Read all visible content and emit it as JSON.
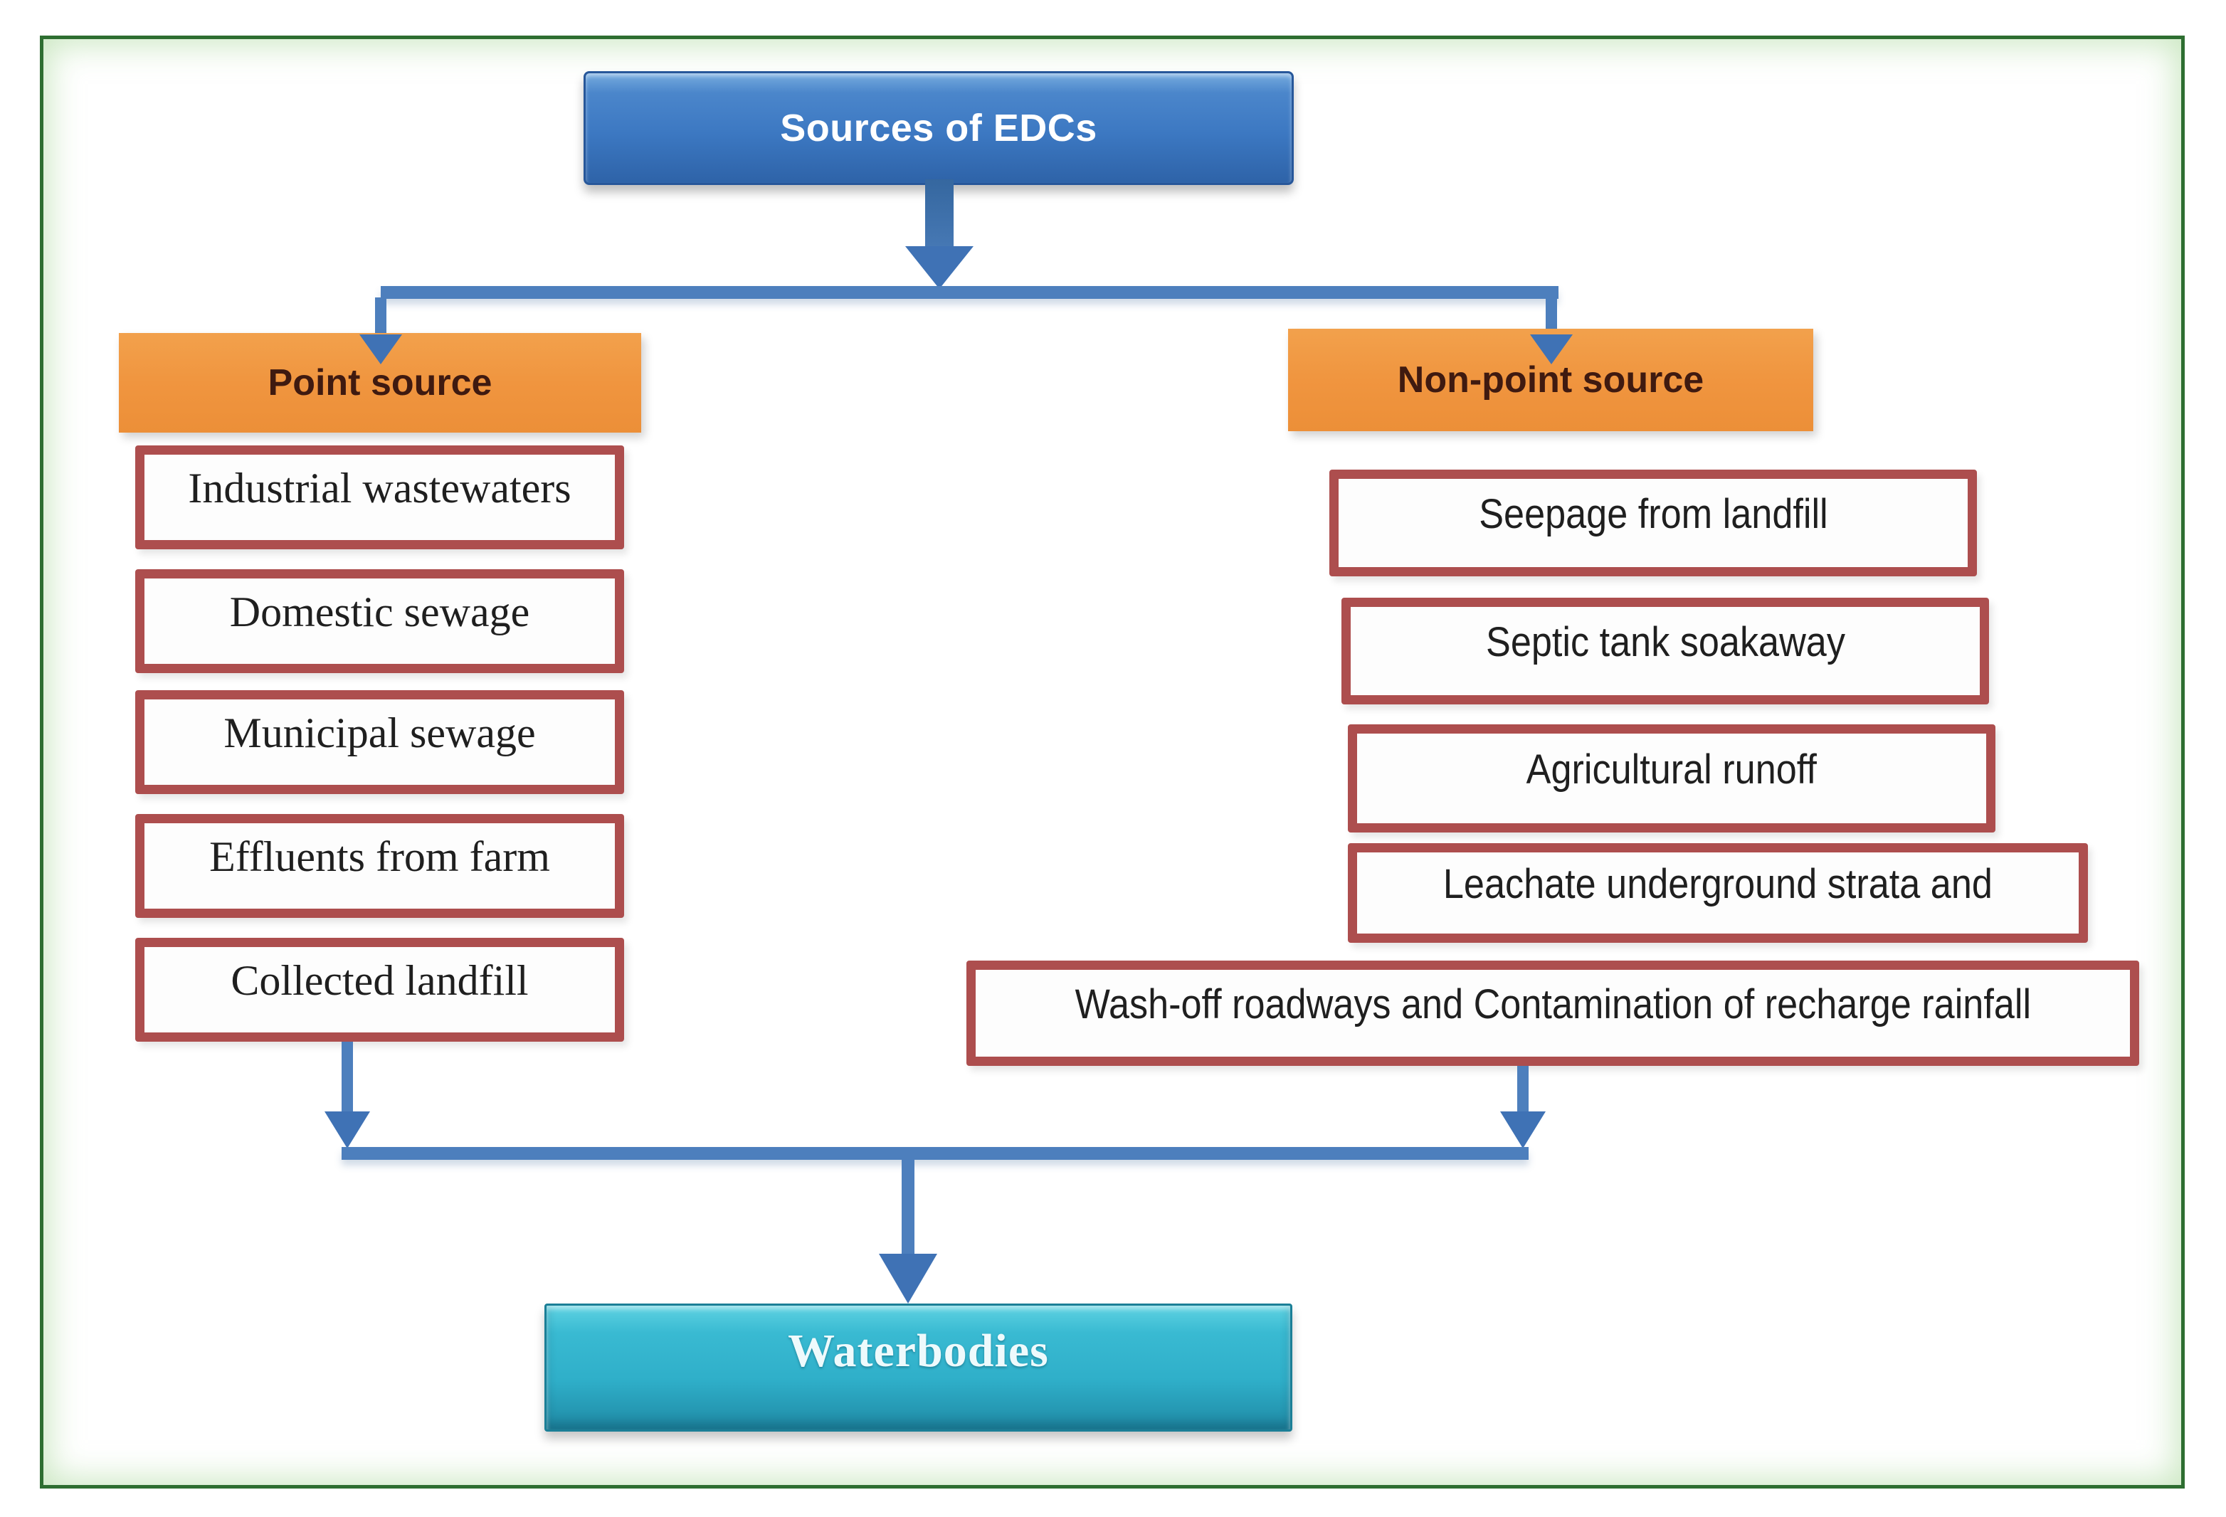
{
  "diagram": {
    "root": {
      "label": "Sources of EDCs"
    },
    "branches": [
      {
        "label": "Point source",
        "items": [
          "Industrial wastewaters",
          "Domestic sewage",
          "Municipal sewage",
          "Effluents from farm",
          "Collected landfill"
        ]
      },
      {
        "label": "Non-point source",
        "items": [
          "Seepage from landfill",
          "Septic tank soakaway",
          "Agricultural runoff",
          "Leachate underground strata and",
          "Wash-off roadways and Contamination of recharge rainfall"
        ]
      }
    ],
    "sink": {
      "label": "Waterbodies"
    },
    "colors": {
      "root_box": "#3c78c2",
      "branch_header_bg": "#f0953f",
      "branch_header_text": "#3f1a10",
      "item_border": "#ad4e4e",
      "item_text": "#1f1f1f",
      "connector": "#4d7fbd",
      "sink_box": "#2fafc9",
      "frame_border": "#2e6e31"
    }
  }
}
